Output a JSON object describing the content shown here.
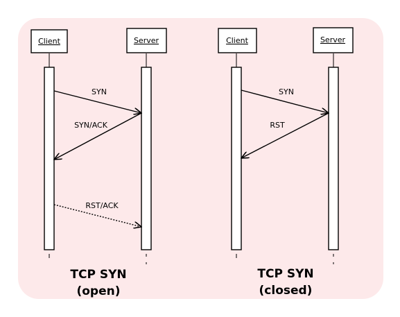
{
  "diagrams": [
    {
      "client_label": "Client",
      "server_label": "Server",
      "messages": [
        {
          "label": "SYN",
          "direction": "client-to-server",
          "style": "solid"
        },
        {
          "label": "SYN/ACK",
          "direction": "server-to-client",
          "style": "solid"
        },
        {
          "label": "RST/ACK",
          "direction": "client-to-server",
          "style": "dotted"
        }
      ],
      "caption_line1": "TCP SYN",
      "caption_line2": "(open)"
    },
    {
      "client_label": "Client",
      "server_label": "Server",
      "messages": [
        {
          "label": "SYN",
          "direction": "client-to-server",
          "style": "solid"
        },
        {
          "label": "RST",
          "direction": "server-to-client",
          "style": "solid"
        }
      ],
      "caption_line1": "TCP SYN",
      "caption_line2": "(closed)"
    }
  ],
  "colors": {
    "panel_background": "#fde9ea",
    "line": "#000000",
    "box_fill": "#ffffff"
  }
}
